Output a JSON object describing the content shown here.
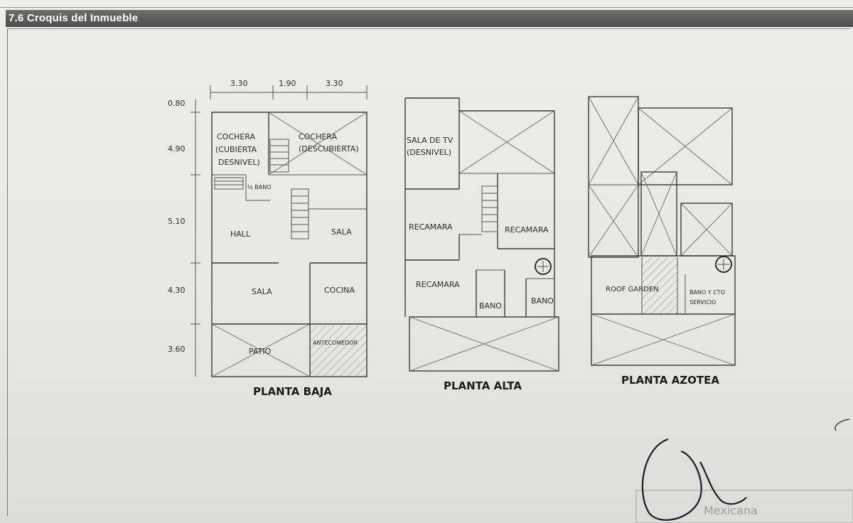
{
  "section": {
    "title": "7.6 Croquis del Inmueble"
  },
  "dimensions": {
    "widths": [
      "3.30",
      "1.90",
      "3.30"
    ],
    "depths": [
      "0.80",
      "4.90",
      "5.10",
      "4.30",
      "3.60"
    ]
  },
  "plans": {
    "baja": {
      "title": "PLANTA BAJA",
      "rooms": {
        "cochera_cubierta": [
          "COCHERA",
          "(CUBIERTA",
          "DESNIVEL)"
        ],
        "cochera_descubierta": [
          "COCHERA",
          "(DESCUBIERTA)"
        ],
        "bano": "½ BANO",
        "hall": "HALL",
        "sala_upper": "SALA",
        "sala_lower": "SALA",
        "cocina": "COCINA",
        "patio": "PATIO",
        "antecomedor": "ANTECOMEDOR"
      }
    },
    "alta": {
      "title": "PLANTA ALTA",
      "rooms": {
        "sala_tv": [
          "SALA DE TV",
          "(DESNIVEL)"
        ],
        "recamara_1": "RECAMARA",
        "recamara_2": "RECAMARA",
        "recamara_3": "RECAMARA",
        "bano_1": "BANO",
        "bano_2": "BANO"
      }
    },
    "azotea": {
      "title": "PLANTA AZOTEA",
      "rooms": {
        "roof_garden": "ROOF GARDEN",
        "bano_servicio": [
          "BANO Y CTO",
          "SERVICIO"
        ]
      }
    }
  },
  "decor": {
    "signature": "handwritten-signature",
    "stamp": "Mexicana"
  }
}
